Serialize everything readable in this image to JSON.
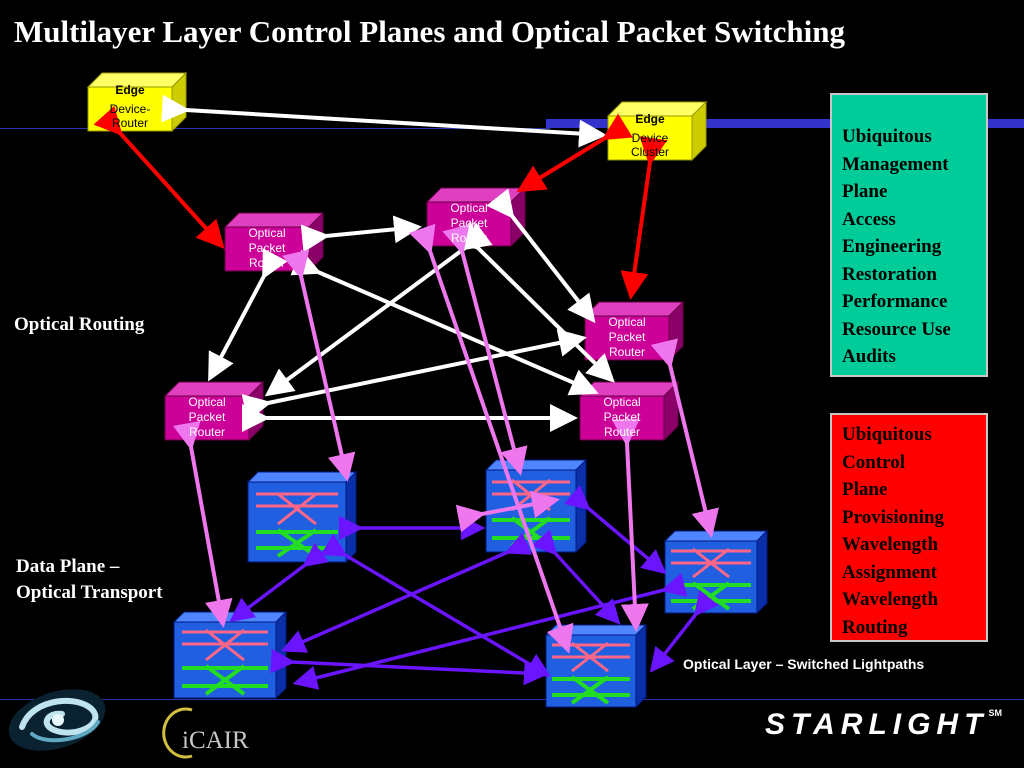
{
  "slide": {
    "title": "Multilayer Layer Control Planes and Optical Packet Switching",
    "labels": {
      "optical_routing": "Optical Routing",
      "data_plane_line1": "Data Plane –",
      "data_plane_line2": "Optical Transport",
      "optical_layer": "Optical Layer – Switched Lightpaths"
    }
  },
  "panels": {
    "management": {
      "color": "#00cc99",
      "lines": [
        "Ubiquitous",
        "Management",
        "Plane",
        "Access",
        "Engineering",
        "Restoration",
        "Performance",
        "Resource Use",
        "Audits"
      ]
    },
    "control": {
      "color": "#ff0000",
      "lines": [
        "Ubiquitous",
        "Control",
        "Plane",
        "Provisioning",
        "Wavelength",
        "Assignment",
        "Wavelength",
        "Routing"
      ]
    }
  },
  "edges": [
    {
      "line1": "Edge",
      "line2": "Device-",
      "line3": "Router"
    },
    {
      "line1": "Edge",
      "line2": "Device",
      "line3": "Cluster"
    }
  ],
  "router_label": {
    "line1": "Optical",
    "line2": "Packet",
    "line3": "Router"
  },
  "logos": {
    "starlight": "STARLIGHT",
    "starlight_sm": "SM",
    "icair": "iCAIR"
  },
  "colors": {
    "edge_box": "#ffff00",
    "router": "#cc0099",
    "switch_body": "#1f5fe0",
    "white_links": "#ffffff",
    "red_links": "#ff0000",
    "violet_links": "#6600ff",
    "pink_links": "#ee77ee",
    "divider": "#2a37a8"
  }
}
